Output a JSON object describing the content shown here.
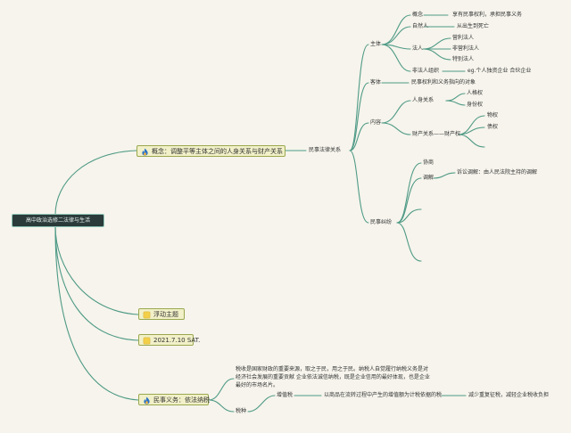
{
  "root": {
    "label": "高中政治选修二法律与生活"
  },
  "branch_concept": {
    "label": "概念：调整平等主体之间的人身关系与财产关系",
    "child": "民事法律关系",
    "subject": {
      "label": "主体",
      "concept": "概念",
      "concept_note": "享有民事权利，承担民事义务",
      "natural_person": "自然人",
      "natural_person_note": "从出生到死亡",
      "legal_person": "法人",
      "legal_person_kinds": [
        "营利法人",
        "非营利法人",
        "特别法人"
      ],
      "unincorporated": "非法人组织",
      "unincorporated_note": "eg.个人独资企业 合伙企业"
    },
    "object": {
      "label": "客体",
      "note": "民事权利和义务指向的对象"
    },
    "content": {
      "label": "内容",
      "personal": "人身关系",
      "personal_items": [
        "人格权",
        "身份权"
      ],
      "property": "财产关系——财产权",
      "property_items": [
        "物权",
        "债权"
      ]
    },
    "dispute": {
      "label": "民事纠纷",
      "negotiate": "协商",
      "mediate": "调解",
      "mediate_note": "诉讼调解：由人民法院主持的调解"
    }
  },
  "floating": {
    "label": "浮动主题"
  },
  "date": {
    "label": "2021.7.10 SAT."
  },
  "branch_tax": {
    "label": "民事义务：依法纳税",
    "note": "税收是国家财政的重要来源，取之于民，用之于民。纳税人自觉履行纳税义务是对经济社会发展的重要贡献 企业依法诚信纳税，既是企业信用的最好体现，也是企业最好的市场名片。",
    "tax_types": "税种",
    "vat": "增值税",
    "vat_def": "以商品在流转过程中产生的增值额为计税依据的税",
    "vat_effect": "减少重复征税，减轻企业税收负担"
  },
  "colors": {
    "line": "#4f9a86",
    "root_bg": "#2b3b3a",
    "topic_bg": "#f1f0c8",
    "topic_border": "#9aa84f"
  },
  "icons": {
    "concept": "fire-icon",
    "floating": "sticky-note-icon",
    "date": "sticky-note-icon",
    "tax": "fire-icon"
  }
}
